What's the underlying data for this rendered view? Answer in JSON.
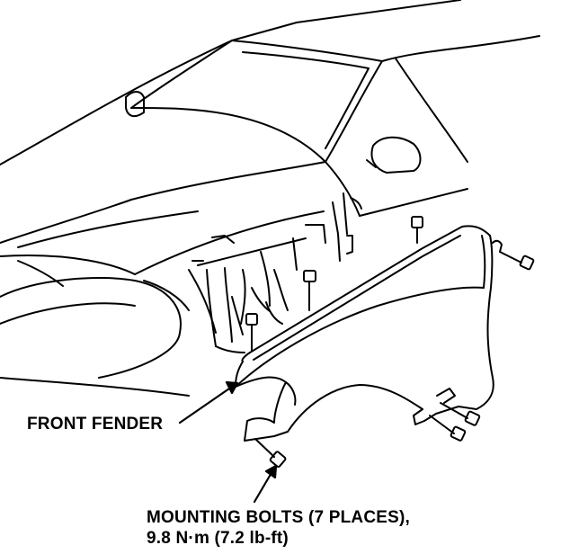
{
  "callouts": {
    "front_fender": "FRONT FENDER",
    "mounting_bolts_line1": "MOUNTING BOLTS (7 PLACES),",
    "mounting_bolts_line2": "9.8 N·m (7.2 lb-ft)"
  },
  "colors": {
    "line": "#000000",
    "background": "#ffffff"
  }
}
